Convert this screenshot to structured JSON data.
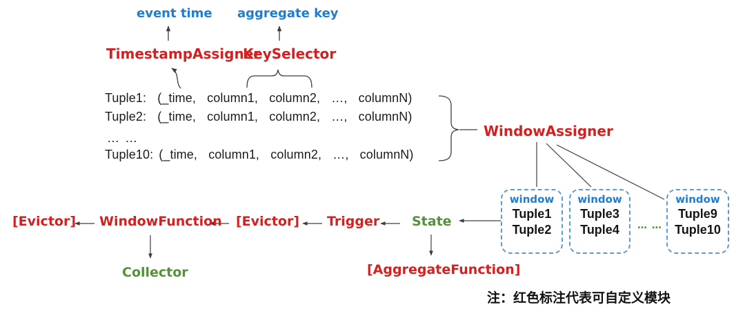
{
  "palette": {
    "blue": "#1c7dd2",
    "red": "#d42020",
    "green": "#55913c",
    "line": "#3d3d3d",
    "window_box_border": "#5b9bd5"
  },
  "top": {
    "event_time": "event time",
    "aggregate_key": "aggregate key",
    "timestamp_assigner": "TimestampAssigner",
    "key_selector": "KeySelector"
  },
  "tuples": {
    "rows": [
      "Tuple1:  (_time,  column1,  column2,  …,  columnN)",
      "Tuple2:  (_time,  column1,  column2,  …,  columnN)",
      "… …",
      "Tuple10: (_time,  column1,  column2,  …,  columnN)"
    ]
  },
  "window_assigner": "WindowAssigner",
  "windows": [
    {
      "title": "window",
      "tuples": [
        "Tuple1",
        "Tuple2"
      ]
    },
    {
      "title": "window",
      "tuples": [
        "Tuple3",
        "Tuple4"
      ]
    },
    {
      "title": "window",
      "tuples": [
        "Tuple9",
        "Tuple10"
      ]
    }
  ],
  "windows_ellipsis": "… …",
  "pipeline": {
    "evictor_left": "[Evictor]",
    "window_function": "WindowFunction",
    "evictor_mid": "[Evictor]",
    "trigger": "Trigger",
    "state": "State",
    "collector": "Collector",
    "aggregate_function": "[AggregateFunction]"
  },
  "note": "注：红色标注代表可自定义模块"
}
